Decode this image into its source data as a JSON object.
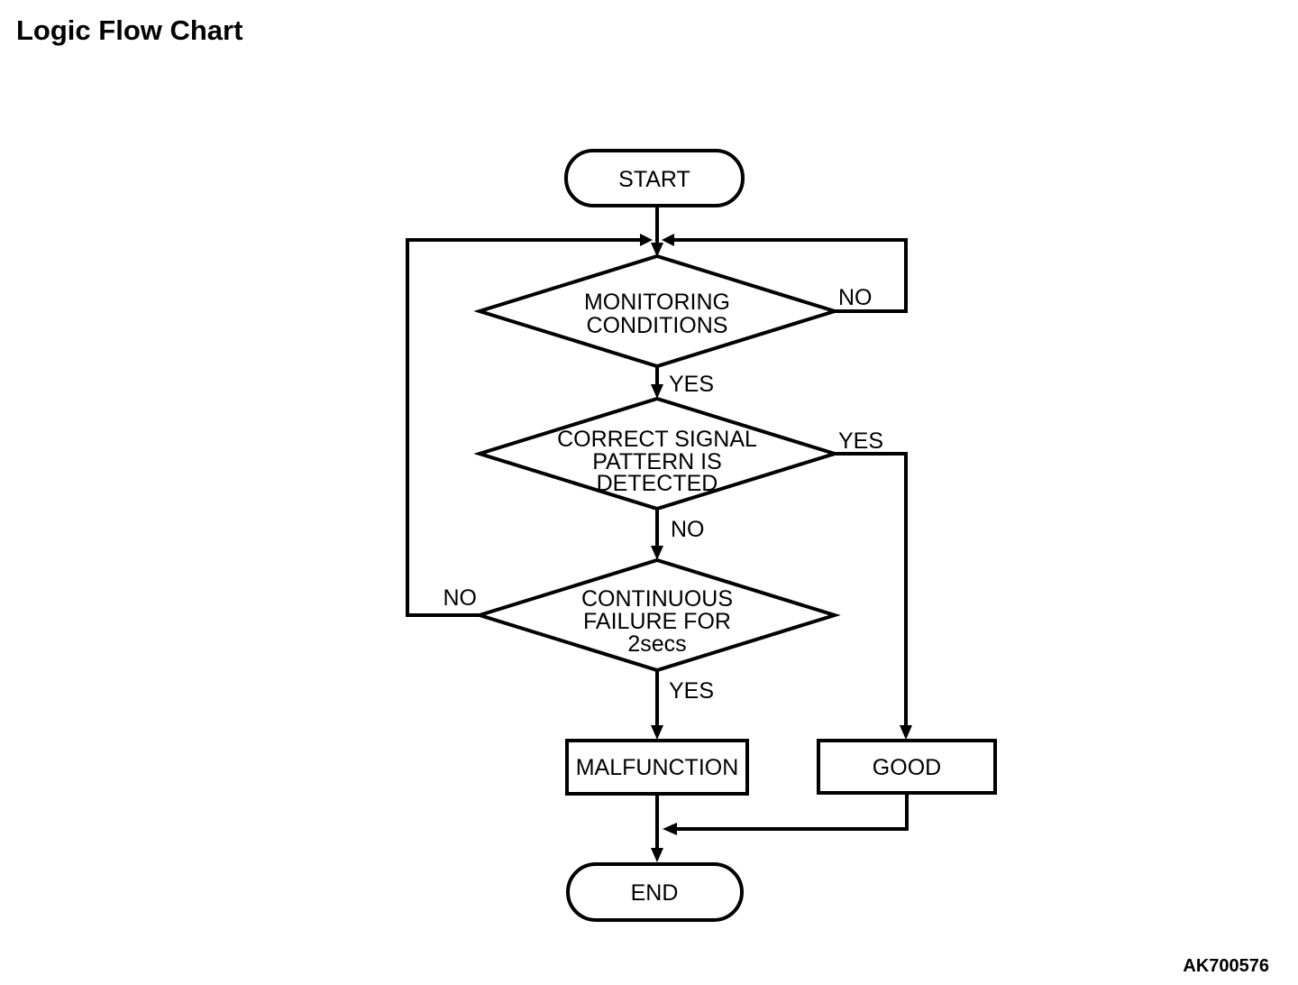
{
  "page": {
    "title": "Logic Flow Chart",
    "figure_code": "AK700576",
    "background_color": "#ffffff",
    "line_color": "#000000"
  },
  "flowchart": {
    "nodes": {
      "start": {
        "shape": "terminator",
        "label": "START"
      },
      "monitoring_conditions": {
        "shape": "decision",
        "line1": "MONITORING",
        "line2": "CONDITIONS"
      },
      "correct_signal": {
        "shape": "decision",
        "line1": "CORRECT SIGNAL",
        "line2": "PATTERN IS",
        "line3": "DETECTED"
      },
      "continuous_failure": {
        "shape": "decision",
        "line1": "CONTINUOUS",
        "line2": "FAILURE FOR",
        "line3": "2secs"
      },
      "malfunction": {
        "shape": "process",
        "label": "MALFUNCTION"
      },
      "good": {
        "shape": "process",
        "label": "GOOD"
      },
      "end": {
        "shape": "terminator",
        "label": "END"
      }
    },
    "edge_labels": {
      "monitoring_no": "NO",
      "monitoring_yes": "YES",
      "signal_yes": "YES",
      "signal_no": "NO",
      "failure_no": "NO",
      "failure_yes": "YES"
    }
  }
}
